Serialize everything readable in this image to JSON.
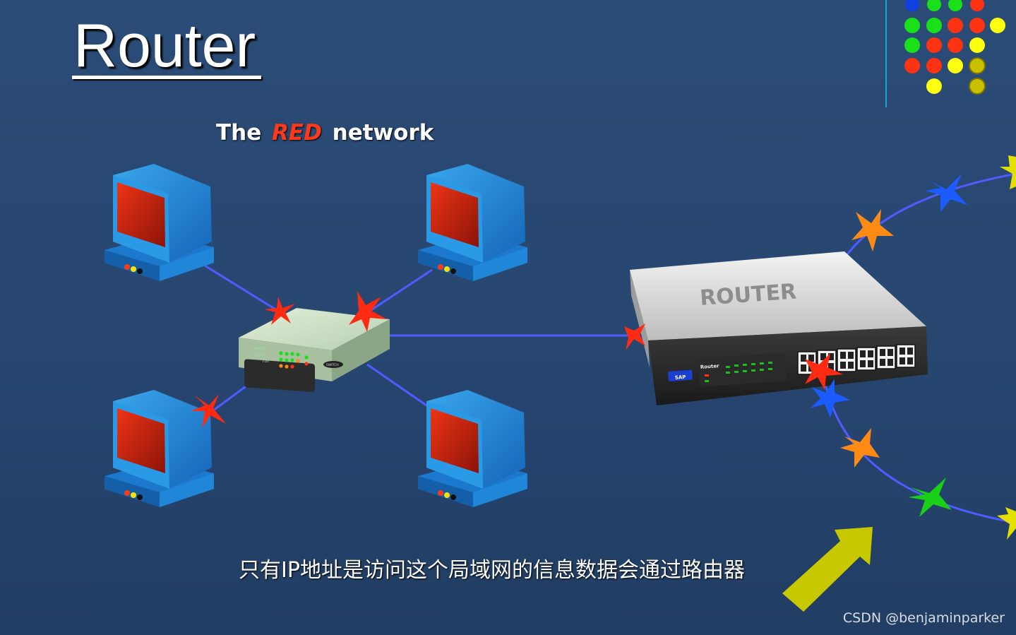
{
  "slide": {
    "title": "Router",
    "network_caption": {
      "prefix": "The",
      "highlight": "RED",
      "suffix": "network"
    },
    "subtitle": "只有IP地址是访问这个局域网的信息数据会通过路由器",
    "watermark": "CSDN @benjaminparker"
  },
  "devices": {
    "switch": {
      "label": "SWITCH",
      "panel_labels": [
        "LINK/ACT",
        "SPEED",
        "FDX"
      ]
    },
    "router": {
      "label": "ROUTER",
      "brand": "SAP",
      "panel_label": "Router"
    },
    "computers": [
      "computer-top-left",
      "computer-top-right",
      "computer-bottom-left",
      "computer-bottom-right"
    ]
  },
  "colors": {
    "background": "#274670",
    "link_line": "#4f5cff",
    "packet_red": "#ff2a12",
    "packet_blue": "#1a5cff",
    "packet_orange": "#ff8a14",
    "packet_green": "#19d019",
    "packet_yellow": "#e3e000",
    "arrow_yellow": "#c8c800",
    "dot_green": "#19e019",
    "dot_red": "#ff3212",
    "dot_yellow": "#ffff10",
    "dot_blue": "#1040e0"
  },
  "decor": {
    "dots": [
      [
        "blue",
        "green",
        "green",
        "red"
      ],
      [
        "green",
        "green",
        "red",
        "red",
        "yellow"
      ],
      [
        "green",
        "red",
        "red",
        "yellow"
      ],
      [
        "red",
        "red",
        "yellow",
        "olive"
      ],
      [
        "yellow",
        "olive"
      ]
    ]
  }
}
